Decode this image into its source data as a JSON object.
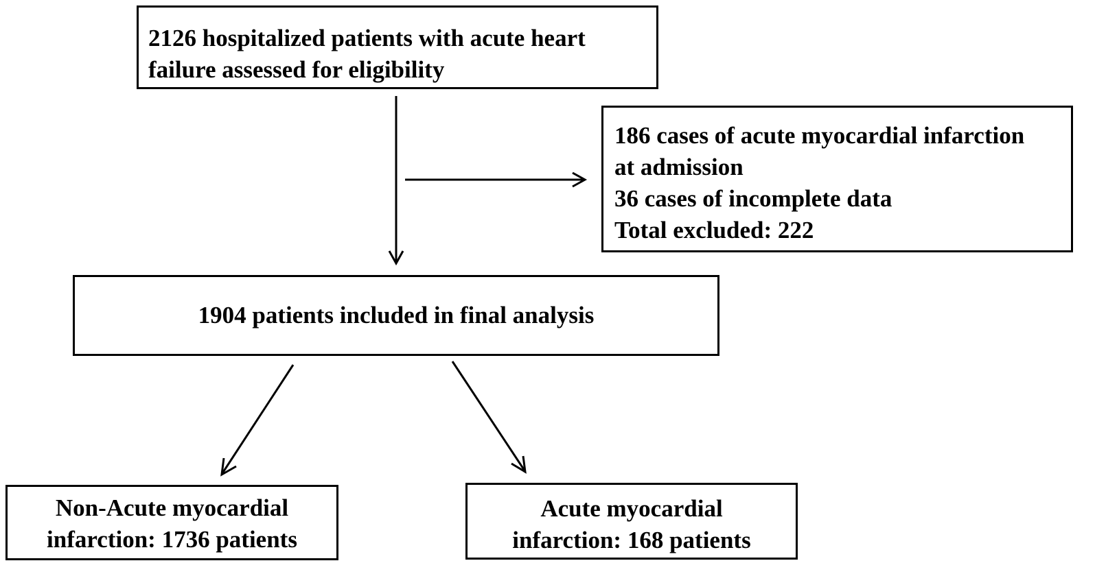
{
  "diagram": {
    "assessed_box": {
      "lines": [
        "2126 hospitalized patients with acute heart",
        "failure assessed for eligibility"
      ]
    },
    "excluded_box": {
      "lines": [
        "186 cases of acute myocardial infarction",
        "at admission",
        "36 cases of incomplete data",
        "Total excluded: 222"
      ]
    },
    "included_box": {
      "text": "1904 patients included in final analysis"
    },
    "non_ami_box": {
      "lines": [
        "Non-Acute myocardial",
        "infarction: 1736 patients"
      ]
    },
    "ami_box": {
      "lines": [
        "Acute myocardial",
        "infarction: 168 patients"
      ]
    }
  },
  "colors": {
    "stroke": "#000000",
    "background": "#ffffff"
  }
}
